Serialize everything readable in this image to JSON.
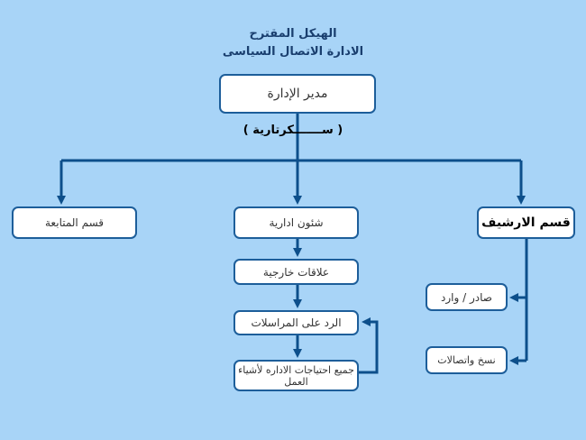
{
  "title": {
    "line1": "الهيكل المقترح",
    "line2": "الادارة الاتصال السياسى"
  },
  "nodes": {
    "director": "مدير الإدارة",
    "secretariat": "( ســـــــكرتارية )",
    "follow_up": "قسم المتابعة",
    "admin_affairs": "شئون ادارية",
    "archive": "قسم الارشيف",
    "foreign_relations": "علاقات خارجية",
    "correspondence": "الرد على المراسلات",
    "needs": "جميع احتياجات الاداره لأشياء العمل",
    "incoming_outgoing": "صادر / وارد",
    "copies": "نسخ واتصالات"
  },
  "colors": {
    "background": "#a8d4f7",
    "connector": "#0d4f8b",
    "box_border": "#1d5e9a",
    "title_text": "#1a3f6f"
  }
}
